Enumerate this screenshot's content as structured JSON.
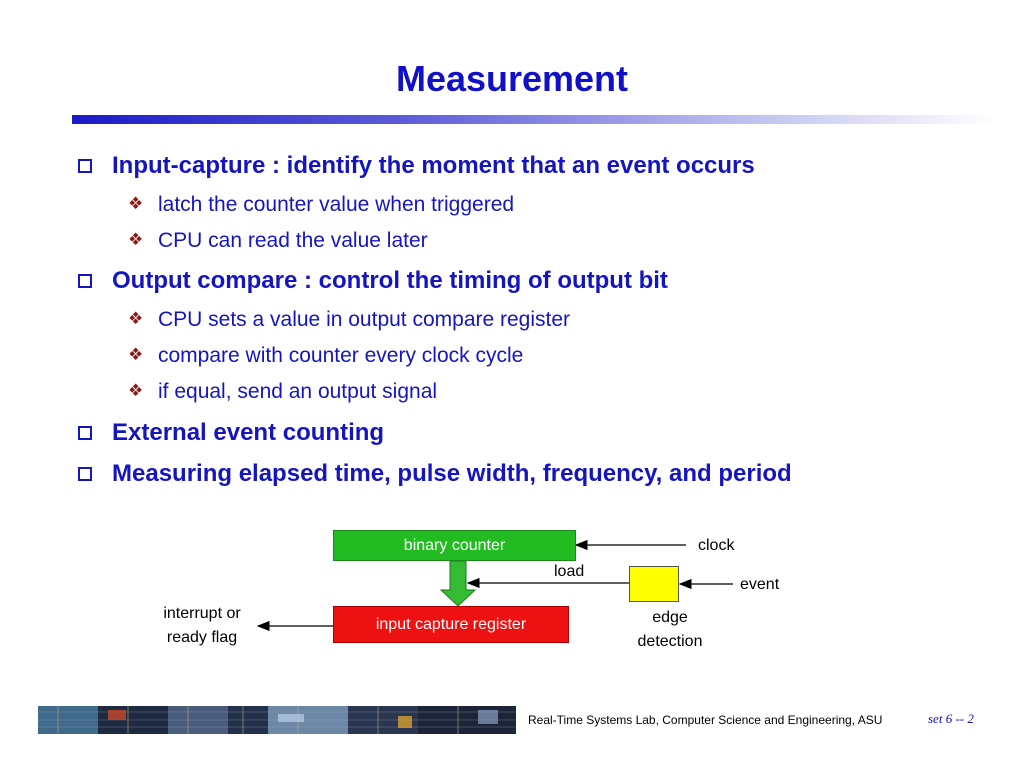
{
  "slide": {
    "title": "Measurement"
  },
  "bullets": [
    {
      "text": "Input-capture : identify the moment that an event occurs",
      "sub": [
        "latch the counter value when triggered",
        "CPU can read the value later"
      ]
    },
    {
      "text": "Output compare : control the timing of output bit",
      "sub": [
        "CPU sets a value in output compare register",
        "compare with counter every clock cycle",
        "if equal, send an output signal"
      ]
    },
    {
      "text": "External event counting",
      "sub": []
    },
    {
      "text": "Measuring elapsed time, pulse width, frequency, and period",
      "sub": []
    }
  ],
  "diagram": {
    "binary_counter": "binary counter",
    "input_capture_register": "input capture register",
    "clock": "clock",
    "load": "load",
    "event": "event",
    "edge_detection_1": "edge",
    "edge_detection_2": "detection",
    "interrupt_1": "interrupt or",
    "interrupt_2": "ready flag",
    "colors": {
      "counter_fill": "#22bb22",
      "register_fill": "#ee1111",
      "edge_fill": "#ffff00",
      "transfer_arrow": "#33bb33"
    }
  },
  "footer": {
    "lab": "Real-Time Systems Lab, Computer Science and Engineering, ASU",
    "page": "set 6 -- 2"
  },
  "icons": {
    "bullet_l1": "hollow-square-icon",
    "bullet_l2": "four-diamond-icon"
  }
}
